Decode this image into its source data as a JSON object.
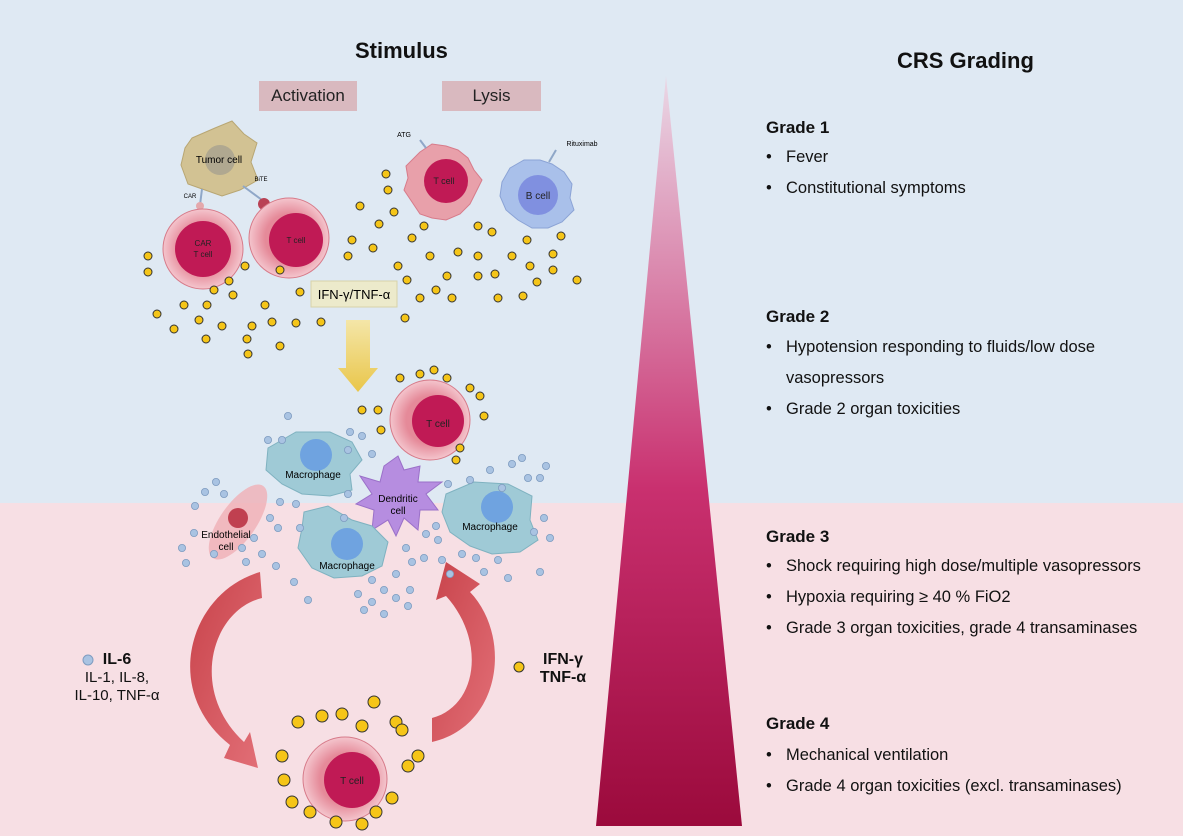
{
  "left_title": "Stimulus",
  "right_title": "CRS Grading",
  "phases": {
    "activation": "Activation",
    "lysis": "Lysis"
  },
  "cells": {
    "tumor": "Tumor cell",
    "car_line1": "CAR",
    "car_line2": "T cell",
    "t_cell": "T cell",
    "b_cell": "B cell",
    "macrophage": "Macrophage",
    "dendritic_line1": "Dendritic",
    "dendritic_line2": "cell",
    "endothelial_line1": "Endothelial",
    "endothelial_line2": "cell"
  },
  "receptors": {
    "car": "CAR",
    "bite": "BiTE",
    "atg": "ATG",
    "rituximab": "Rituximab"
  },
  "cytokine_box": "IFN-γ/TNF-α",
  "il_legend": {
    "main": "IL-6",
    "line2": "IL-1, IL-8,",
    "line3": "IL-10, TNF-α"
  },
  "ifn_legend": {
    "line1": "IFN-γ",
    "line2": "TNF-α"
  },
  "grades": [
    {
      "title": "Grade 1",
      "items": [
        "Fever",
        "Constitutional symptoms"
      ]
    },
    {
      "title": "Grade 2",
      "items": [
        "Hypotension responding to fluids/low dose vasopressors",
        "Grade 2 organ toxicities"
      ]
    },
    {
      "title": "Grade 3",
      "items": [
        "Shock requiring high dose/multiple vasopressors",
        "Hypoxia requiring ≥ 40 % FiO2",
        "Grade 3 organ toxicities, grade 4 transaminases"
      ]
    },
    {
      "title": "Grade 4",
      "items": [
        "Mechanical ventilation",
        "Grade 4 organ toxicities (excl. transaminases)"
      ]
    }
  ],
  "colors": {
    "bg_top": "#dfe9f3",
    "bg_bottom": "#f7dfe4",
    "triangle_dark": "#9b0a3c",
    "triangle_light": "#e7cde0",
    "dot_yellow": "#f5c518",
    "dot_blue": "#a9c3e2"
  }
}
